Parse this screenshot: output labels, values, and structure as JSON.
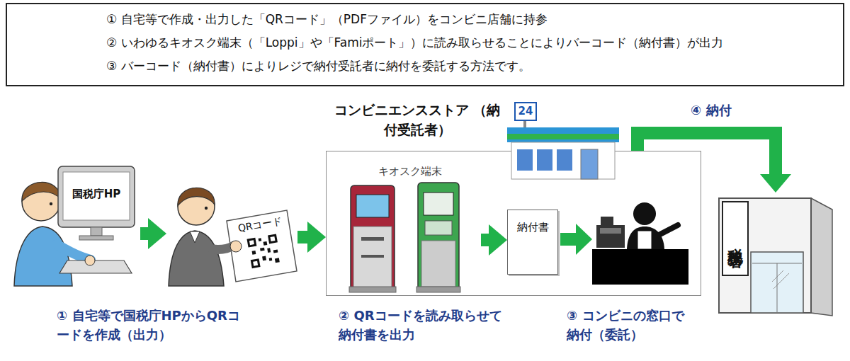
{
  "diagram": {
    "nodes": [
      {
        "text": [
          "① 自宅等で作成・出力した「QRコード」（PDFファイル）をコンビニ店舗に持参",
          "② いわゆるキオスク端末（「Loppi」や「Famiポート」）に読み取らせることによりバーコード（納付書）が出力",
          "③ バーコード（納付書）によりレジで納付受託者に納付を委託する方法です。"
        ]
      },
      {
        "text": [
          "国税庁HP"
        ]
      },
      {
        "text": [
          "QRコード"
        ]
      },
      {
        "text": [
          "コンビニエンスストア （納付受託者）"
        ]
      },
      {
        "text": [
          "キオスク端末"
        ],
        "in": 3
      },
      {
        "text": [
          "納付書"
        ],
        "in": 3
      },
      {
        "text": [
          "税務署"
        ]
      }
    ],
    "edges": [
      {
        "from": 1,
        "to": 2,
        "arrow": "to"
      },
      {
        "from": 2,
        "to": 3,
        "arrow": "to"
      },
      {
        "from": 4,
        "to": 5,
        "arrow": "to"
      },
      {
        "from": 3,
        "to": 6,
        "label": "④ 納付",
        "arrow": "to"
      }
    ],
    "labels": [
      "24",
      "① 自宅等で国税庁HPからQRコードを作成（出力）",
      "② QRコードを読み取らせて納付書を出力",
      "③ コンビニの窓口で納付（委託）"
    ]
  }
}
